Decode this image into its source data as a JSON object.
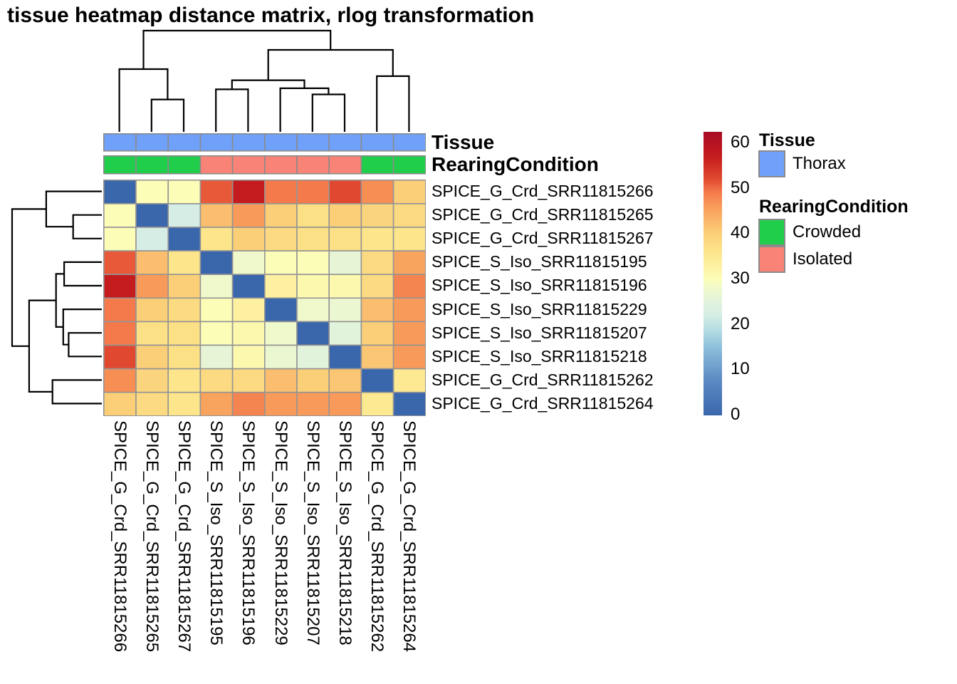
{
  "title": "tissue heatmap distance matrix, rlog transformation",
  "annotations": {
    "tissue_label": "Tissue",
    "rearing_label": "RearingCondition",
    "tissue_by_column": [
      "Thorax",
      "Thorax",
      "Thorax",
      "Thorax",
      "Thorax",
      "Thorax",
      "Thorax",
      "Thorax",
      "Thorax",
      "Thorax"
    ],
    "rearing_by_column": [
      "Crowded",
      "Crowded",
      "Crowded",
      "Isolated",
      "Isolated",
      "Isolated",
      "Isolated",
      "Isolated",
      "Crowded",
      "Crowded"
    ]
  },
  "legend": {
    "tissue": {
      "title": "Tissue",
      "items": [
        {
          "label": "Thorax",
          "color": "#6FA1FB"
        }
      ]
    },
    "rearing_condition": {
      "title": "RearingCondition",
      "items": [
        {
          "label": "Crowded",
          "color": "#21CE4B"
        },
        {
          "label": "Isolated",
          "color": "#F98377"
        }
      ]
    }
  },
  "colorbar": {
    "tick_labels": [
      "0",
      "10",
      "20",
      "30",
      "40",
      "50",
      "60"
    ],
    "tick_values": [
      0,
      10,
      20,
      30,
      40,
      50,
      60
    ],
    "min": 0,
    "max": 62.3
  },
  "chart_data": {
    "type": "heatmap",
    "title": "tissue heatmap distance matrix, rlog transformation",
    "description": "sample-to-sample distance matrix of rlog-transformed counts with hierarchical clustering dendrograms",
    "row_labels": [
      "SPICE_G_Crd_SRR11815266",
      "SPICE_G_Crd_SRR11815265",
      "SPICE_G_Crd_SRR11815267",
      "SPICE_S_Iso_SRR11815195",
      "SPICE_S_Iso_SRR11815196",
      "SPICE_S_Iso_SRR11815229",
      "SPICE_S_Iso_SRR11815207",
      "SPICE_S_Iso_SRR11815218",
      "SPICE_G_Crd_SRR11815262",
      "SPICE_G_Crd_SRR11815264"
    ],
    "col_labels": [
      "SPICE_G_Crd_SRR11815266",
      "SPICE_G_Crd_SRR11815265",
      "SPICE_G_Crd_SRR11815267",
      "SPICE_S_Iso_SRR11815195",
      "SPICE_S_Iso_SRR11815196",
      "SPICE_S_Iso_SRR11815229",
      "SPICE_S_Iso_SRR11815207",
      "SPICE_S_Iso_SRR11815218",
      "SPICE_G_Crd_SRR11815262",
      "SPICE_G_Crd_SRR11815264"
    ],
    "matrix": [
      [
        0,
        30,
        30,
        51,
        57,
        49,
        49,
        52,
        47,
        40
      ],
      [
        30,
        0,
        22,
        42,
        46,
        40,
        37,
        40,
        39,
        38
      ],
      [
        30,
        22,
        0,
        36,
        40,
        38,
        37,
        37,
        36,
        36
      ],
      [
        51,
        42,
        36,
        0,
        28,
        30,
        30,
        26,
        38,
        45
      ],
      [
        57,
        46,
        40,
        28,
        0,
        33,
        31,
        31,
        38,
        48
      ],
      [
        49,
        40,
        38,
        30,
        33,
        0,
        28,
        27,
        42,
        46
      ],
      [
        49,
        37,
        37,
        30,
        31,
        28,
        0,
        25,
        40,
        46
      ],
      [
        52,
        40,
        37,
        26,
        31,
        27,
        25,
        0,
        41,
        46
      ],
      [
        47,
        39,
        36,
        38,
        38,
        42,
        40,
        41,
        0,
        35
      ],
      [
        40,
        38,
        36,
        45,
        48,
        46,
        46,
        46,
        35,
        0
      ]
    ],
    "value_range": [
      0,
      62.3
    ],
    "colormap": "RdYlBu reversed (blue=0 low distance, red=high distance)",
    "colormap_stops": [
      [
        0,
        "#3A66AC"
      ],
      [
        8,
        "#5C8BC4"
      ],
      [
        15,
        "#8FC0DC"
      ],
      [
        19,
        "#B6DEE2"
      ],
      [
        22,
        "#D5EDE5"
      ],
      [
        25,
        "#E2F3DC"
      ],
      [
        28,
        "#F0F9CB"
      ],
      [
        30,
        "#FCFDB7"
      ],
      [
        33,
        "#FDF0A0"
      ],
      [
        36,
        "#FCE58B"
      ],
      [
        40,
        "#FBCF78"
      ],
      [
        45,
        "#F9A45E"
      ],
      [
        49,
        "#F47A4B"
      ],
      [
        52,
        "#E0492F"
      ],
      [
        57,
        "#C41B1E"
      ],
      [
        62.3,
        "#A80C26"
      ]
    ],
    "grid_color": "#949494",
    "dendrogram": {
      "note": "same clustering on rows and columns; L = leaf index in label order, M = prior merge, h = merge height fraction of root",
      "merges": [
        {
          "a": "L1",
          "b": "L2",
          "h": 0.32
        },
        {
          "a": "L0",
          "b": "M0",
          "h": 0.62
        },
        {
          "a": "L3",
          "b": "L4",
          "h": 0.42
        },
        {
          "a": "L6",
          "b": "L7",
          "h": 0.37
        },
        {
          "a": "L5",
          "b": "M3",
          "h": 0.43
        },
        {
          "a": "M2",
          "b": "M4",
          "h": 0.51
        },
        {
          "a": "L8",
          "b": "L9",
          "h": 0.55
        },
        {
          "a": "M5",
          "b": "M6",
          "h": 0.81
        },
        {
          "a": "M1",
          "b": "M7",
          "h": 1.0
        }
      ]
    }
  }
}
